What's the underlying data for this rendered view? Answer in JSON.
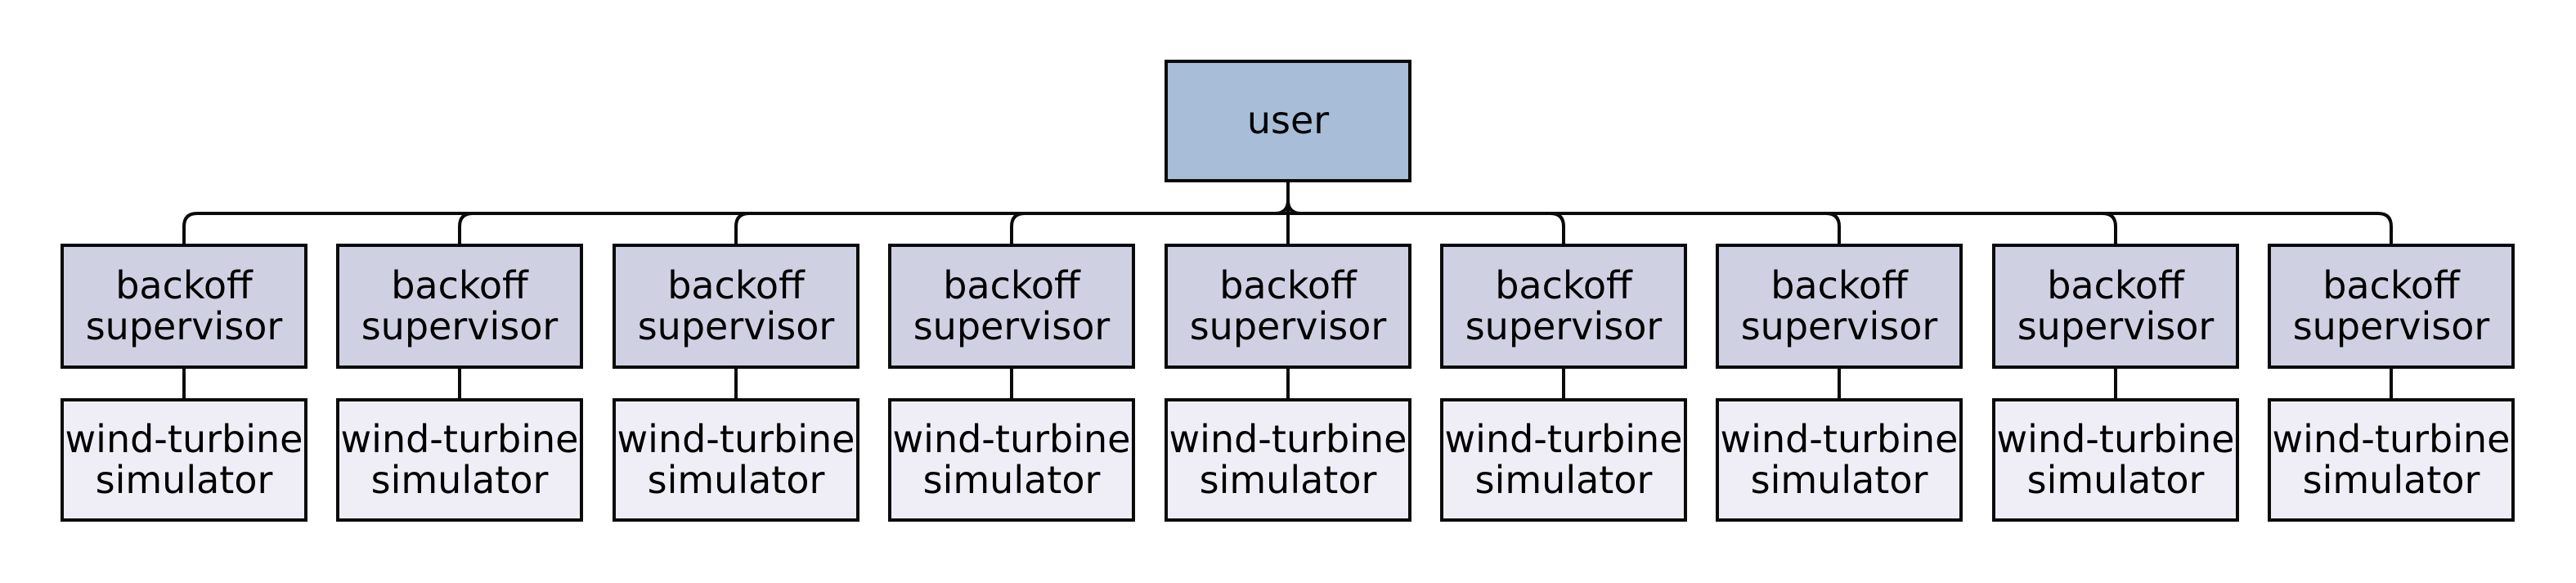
{
  "diagram": {
    "root": {
      "label": "user"
    },
    "columns": [
      {
        "supervisor": "backoff supervisor",
        "worker": "wind-turbine simulator"
      },
      {
        "supervisor": "backoff supervisor",
        "worker": "wind-turbine simulator"
      },
      {
        "supervisor": "backoff supervisor",
        "worker": "wind-turbine simulator"
      },
      {
        "supervisor": "backoff supervisor",
        "worker": "wind-turbine simulator"
      },
      {
        "supervisor": "backoff supervisor",
        "worker": "wind-turbine simulator"
      },
      {
        "supervisor": "backoff supervisor",
        "worker": "wind-turbine simulator"
      },
      {
        "supervisor": "backoff supervisor",
        "worker": "wind-turbine simulator"
      },
      {
        "supervisor": "backoff supervisor",
        "worker": "wind-turbine simulator"
      },
      {
        "supervisor": "backoff supervisor",
        "worker": "wind-turbine simulator"
      }
    ],
    "colors": {
      "background": "#ffffff",
      "root_fill": "#a7bdd8",
      "supervisor_fill": "#d0d0e3",
      "worker_fill": "#efeef6",
      "border": "#0a0a0a",
      "line": "#0a0a0a",
      "text": "#000000"
    }
  }
}
